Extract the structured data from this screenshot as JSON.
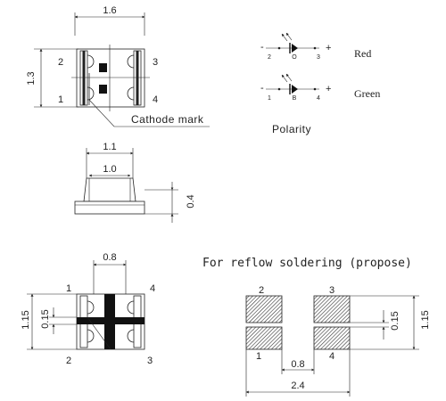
{
  "top_view": {
    "width_label": "1.6",
    "height_label": "1.3",
    "pin_labels": [
      "2",
      "3",
      "1",
      "4"
    ],
    "cathode_label": "Cathode mark"
  },
  "polarity": {
    "title": "Polarity",
    "rows": [
      {
        "pin_left": "2",
        "die": "O",
        "pin_right": "3",
        "minus": "-",
        "plus": "+",
        "color": "Red"
      },
      {
        "pin_left": "1",
        "die": "B",
        "pin_right": "4",
        "minus": "-",
        "plus": "+",
        "color": "Green"
      }
    ]
  },
  "side_view": {
    "top_width": "1.1",
    "inner_width": "1.0",
    "height": "0.4"
  },
  "bottom_view": {
    "pad_width": "0.8",
    "height": "1.15",
    "gap": "0.15",
    "pin_labels": [
      "1",
      "4",
      "2",
      "3"
    ]
  },
  "reflow": {
    "title": "For reflow soldering (propose)",
    "pin_labels": [
      "2",
      "3",
      "1",
      "4"
    ],
    "gap_x": "0.8",
    "total_width": "2.4",
    "gap_y": "0.15",
    "total_height": "1.15"
  }
}
